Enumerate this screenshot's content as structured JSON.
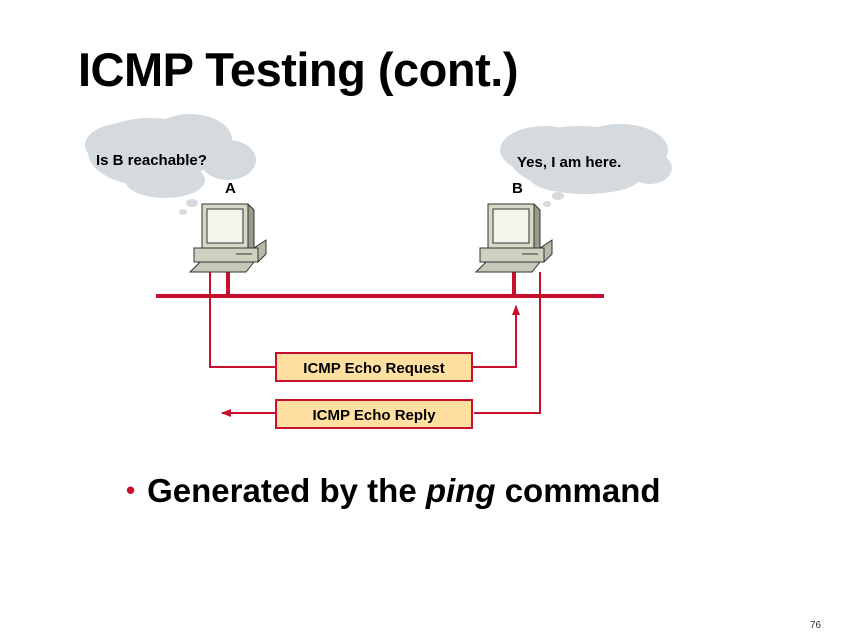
{
  "slide": {
    "title": "ICMP Testing (cont.)",
    "bullet": {
      "prefix": "Generated by the",
      "emphasis": "ping",
      "suffix": "command"
    },
    "page_number": "76"
  },
  "diagram": {
    "bubble_a_text": "Is B reachable?",
    "bubble_b_text": "Yes, I am here.",
    "host_a_label": "A",
    "host_b_label": "B",
    "request_label": "ICMP Echo Request",
    "reply_label": "ICMP Echo Reply"
  },
  "colors": {
    "network_line": "#c8102e",
    "packet_box_fill": "#ffe0a0",
    "bubble_fill": "#d4dadd",
    "bullet": "#c8102e"
  }
}
